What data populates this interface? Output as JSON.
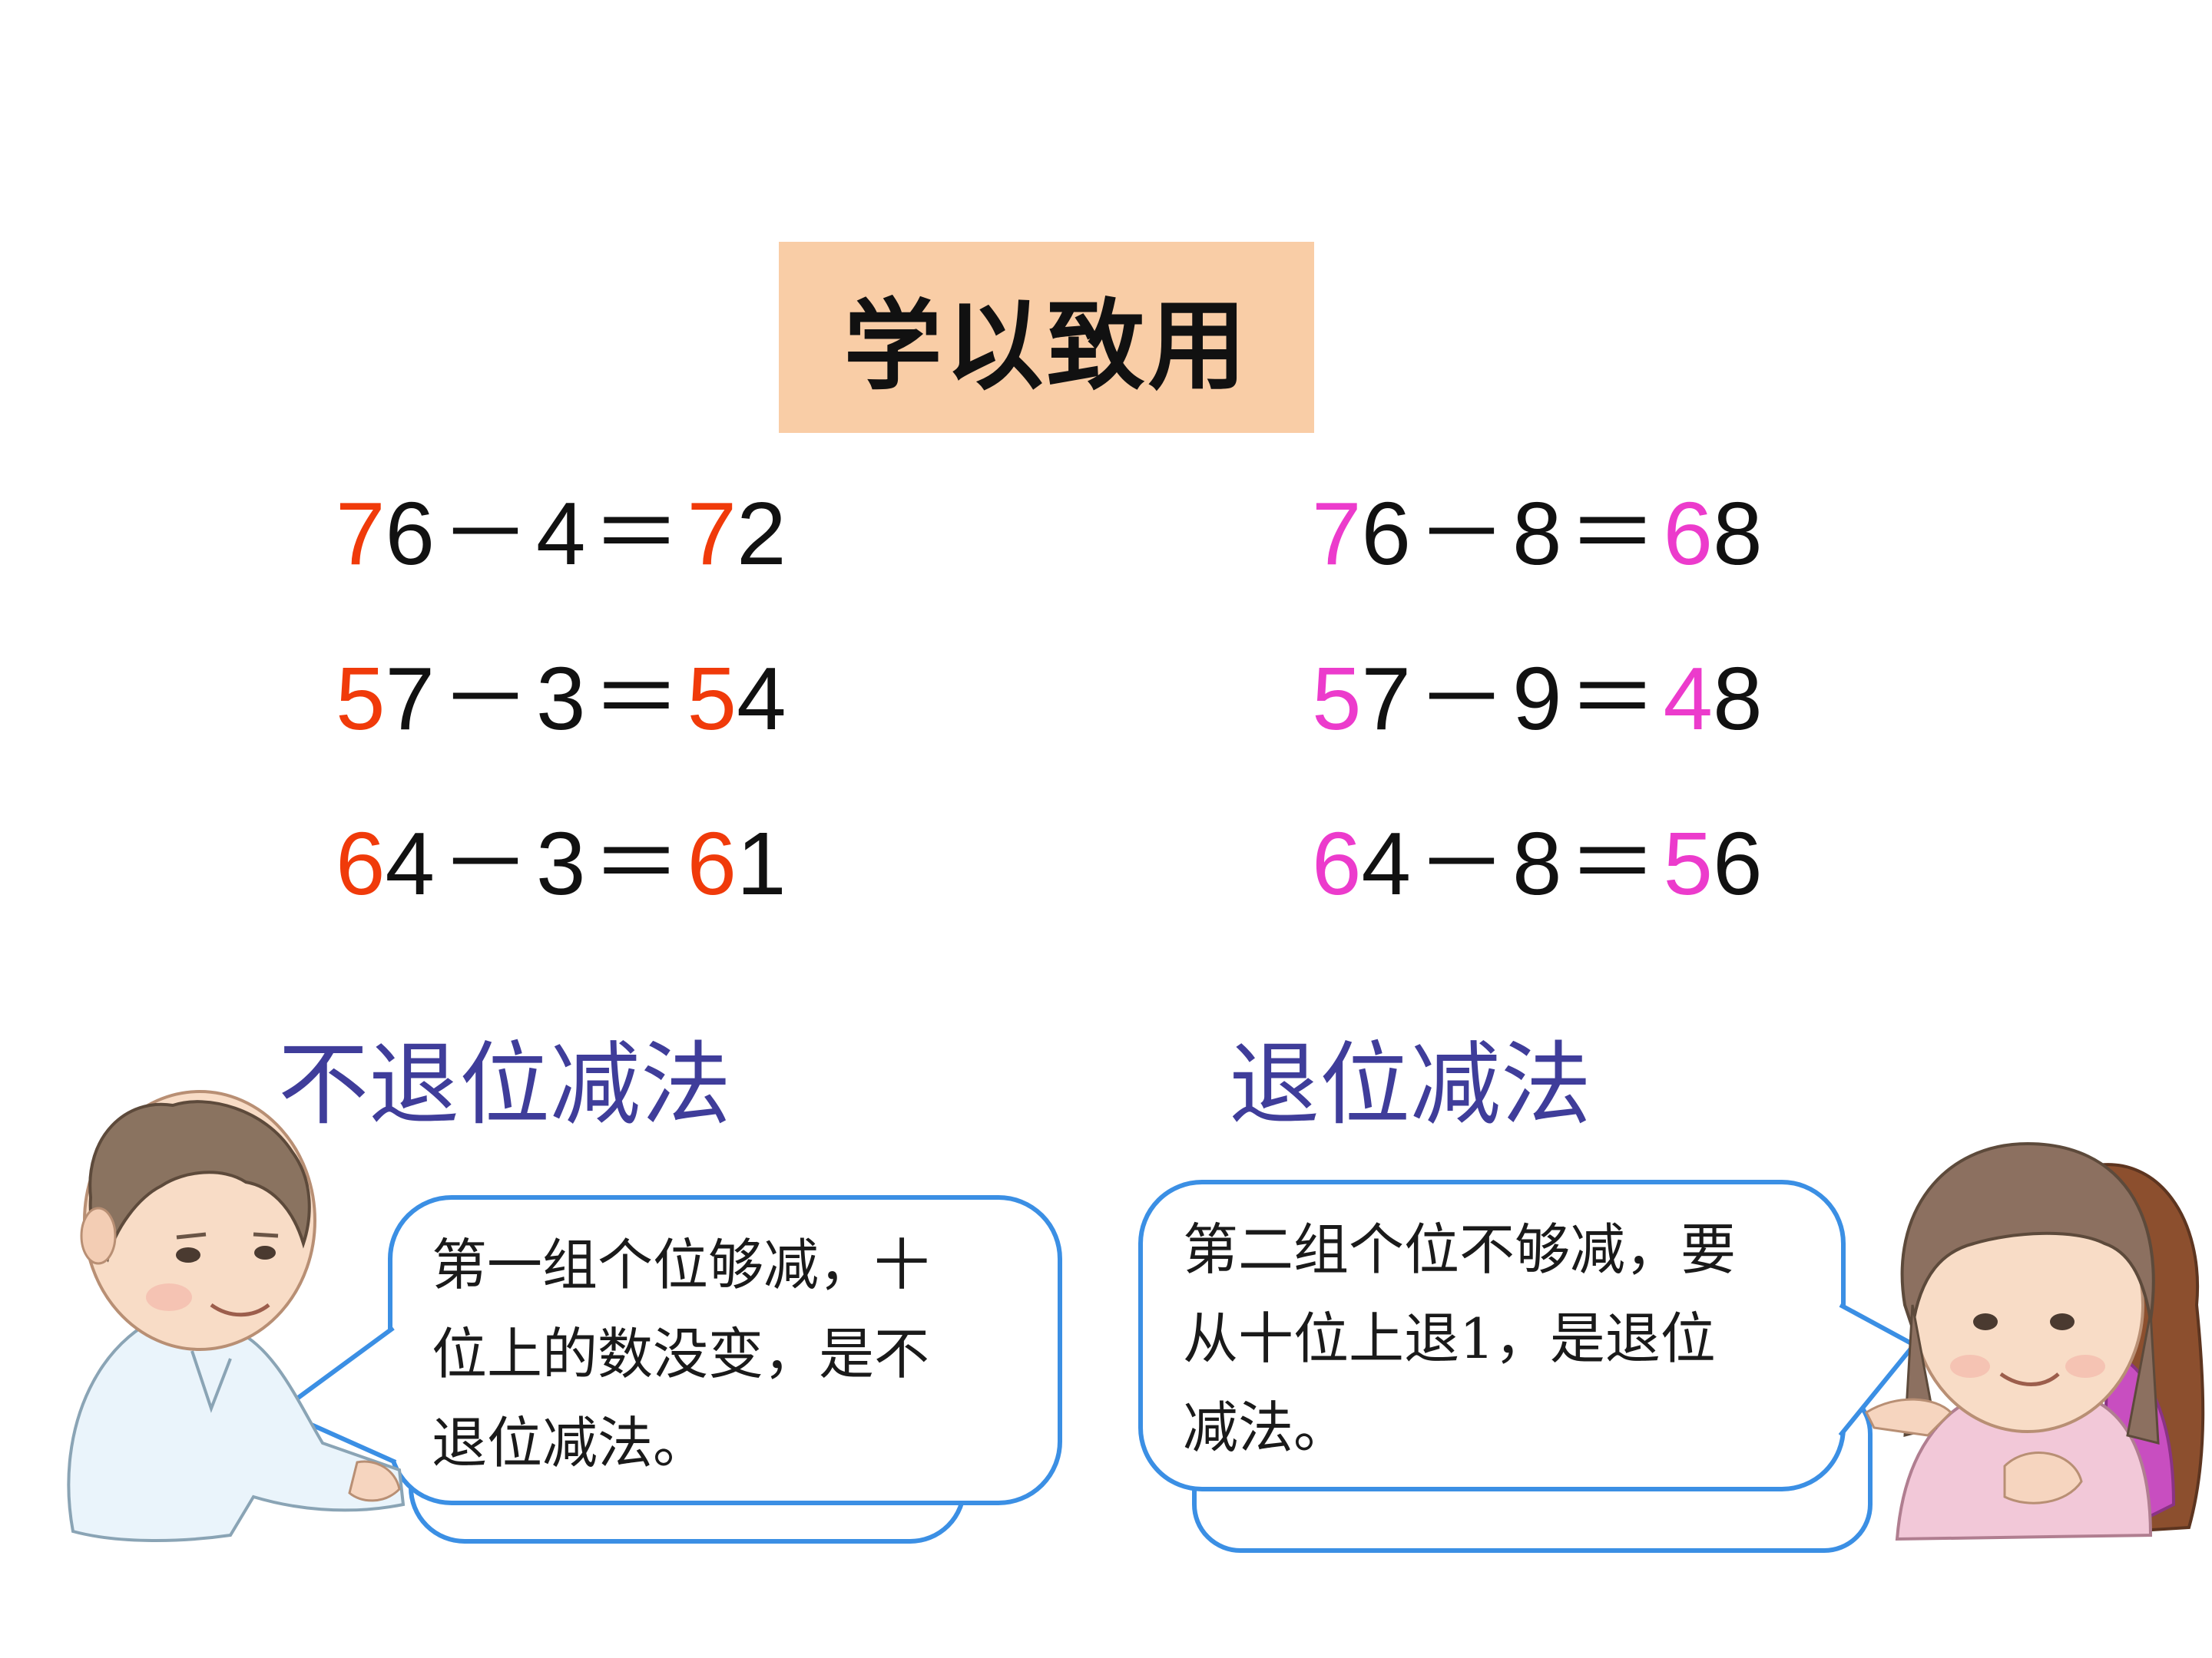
{
  "title": "学以致用",
  "left_equations": [
    {
      "a_tens": "7",
      "a_ones": "6",
      "minus": "－",
      "b": "4",
      "equals": "＝",
      "r_tens": "7",
      "r_ones": "2"
    },
    {
      "a_tens": "5",
      "a_ones": "7",
      "minus": "－",
      "b": "3",
      "equals": "＝",
      "r_tens": "5",
      "r_ones": "4"
    },
    {
      "a_tens": "6",
      "a_ones": "4",
      "minus": "－",
      "b": "3",
      "equals": "＝",
      "r_tens": "6",
      "r_ones": "1"
    }
  ],
  "right_equations": [
    {
      "a_tens": "7",
      "a_ones": "6",
      "minus": "－",
      "b": "8",
      "equals": "＝",
      "r_tens": "6",
      "r_ones": "8"
    },
    {
      "a_tens": "5",
      "a_ones": "7",
      "minus": "－",
      "b": "9",
      "equals": "＝",
      "r_tens": "4",
      "r_ones": "8"
    },
    {
      "a_tens": "6",
      "a_ones": "4",
      "minus": "－",
      "b": "8",
      "equals": "＝",
      "r_tens": "5",
      "r_ones": "6"
    }
  ],
  "labels": {
    "left": "不退位减法",
    "right": "退位减法"
  },
  "bubbles": {
    "left": "第一组个位够减，十\n位上的数没变，是不\n退位减法。",
    "right": "第二组个位不够减，要\n从十位上退1，是退位\n减法。"
  },
  "colors": {
    "title_bg": "#f9cda6",
    "left_highlight": "#f03a0a",
    "right_highlight": "#ec3bcc",
    "label": "#3f3d9a",
    "bubble_border": "#3b8fe4"
  },
  "illustrations": {
    "left": "boy-illustration",
    "right": "girls-illustration"
  }
}
